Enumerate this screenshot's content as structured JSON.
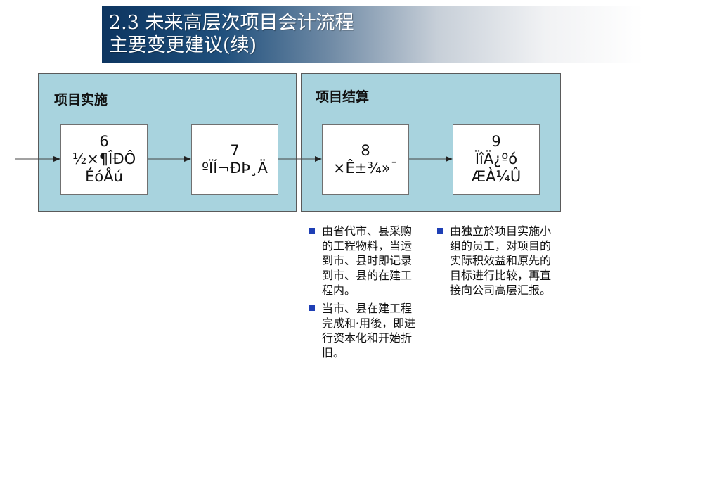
{
  "title": {
    "line1": "2.3 未来高层次项目会计流程",
    "line2": "主要变更建议(续)"
  },
  "panels": {
    "implementation": "项目实施",
    "settlement": "项目结算"
  },
  "steps": [
    {
      "number": "6",
      "line1": "½×¶ÎÐÔ",
      "line2": "ÉóÅú"
    },
    {
      "number": "7",
      "line1": "ºÏÍ¬ÐÞ¸Ä",
      "line2": ""
    },
    {
      "number": "8",
      "line1": "×Ê±¾»¯",
      "line2": ""
    },
    {
      "number": "9",
      "line1": "ÏîÄ¿ºó",
      "line2": "ÆÀ¼Û"
    }
  ],
  "notes": {
    "left": [
      "由省代市、县采购的工程物料，当运到市、县时即记录到市、县的在建工程内。",
      "当市、县在建工程完成和·用後，即进行资本化和开始折旧。"
    ],
    "right": [
      "由独立於项目实施小组的员工，对项目的实际积效益和原先的目标进行比较，再直接向公司高层汇报。"
    ]
  },
  "colors": {
    "panel": "#a8d3de",
    "bullet": "#1e3fb5",
    "title_dark": "#0d3560"
  }
}
